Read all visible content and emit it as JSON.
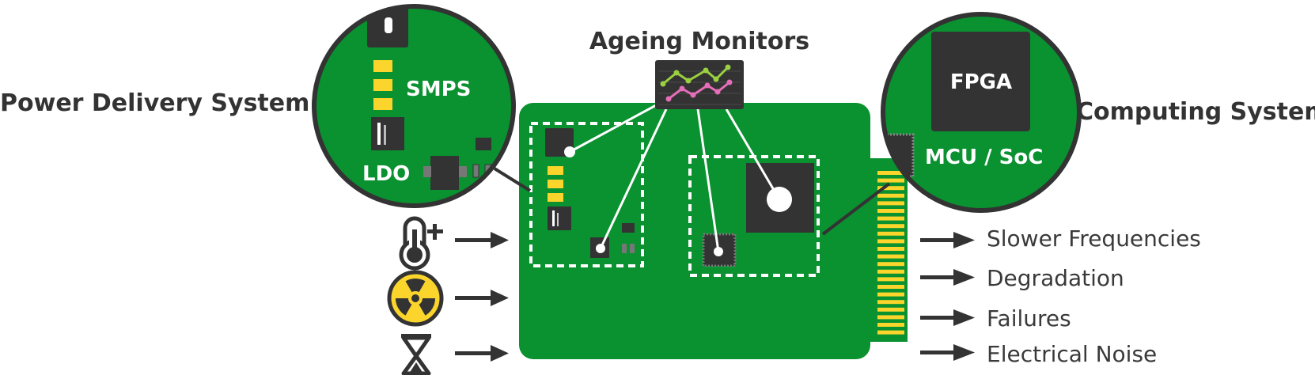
{
  "titles": {
    "power": "Power Delivery System",
    "ageing": "Ageing Monitors",
    "computing": "Computing System"
  },
  "chips": {
    "smps": "SMPS",
    "ldo": "LDO",
    "fpga": "FPGA",
    "mcu": "MCU / SoC"
  },
  "stressors": [
    {
      "name": "temperature",
      "icon": "thermometer-plus-icon"
    },
    {
      "name": "radiation",
      "icon": "radiation-icon"
    },
    {
      "name": "time",
      "icon": "hourglass-icon"
    }
  ],
  "effects": [
    "Slower Frequencies",
    "Degradation",
    "Failures",
    "Electrical Noise"
  ],
  "colors": {
    "board": "#0a9130",
    "chip": "#333333",
    "accent_yellow": "#fbd52b",
    "stroke_dark": "#333333",
    "monitor_line_green": "#9bd040",
    "monitor_line_pink": "#e56eb8"
  }
}
